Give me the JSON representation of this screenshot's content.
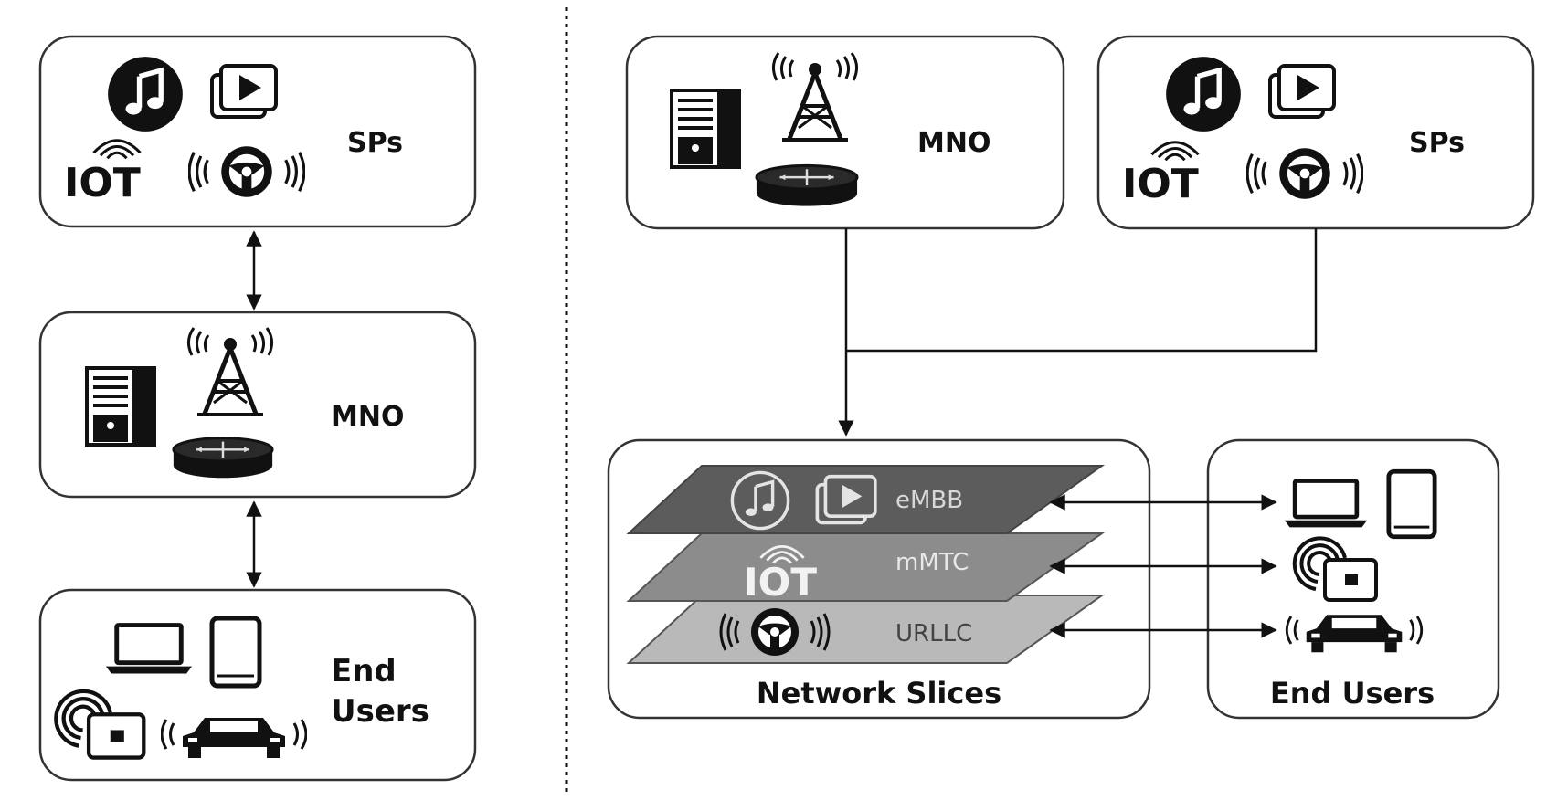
{
  "left": {
    "sps_label": "SPs",
    "mno_label": "MNO",
    "end_users_line1": "End",
    "end_users_line2": "Users",
    "iot_text": "IOT"
  },
  "right": {
    "mno_label": "MNO",
    "sps_label": "SPs",
    "iot_text": "IOT",
    "network_slices_label": "Network Slices",
    "end_users_label": "End Users",
    "slices": [
      {
        "name": "eMBB",
        "color": "#5c5c5c"
      },
      {
        "name": "mMTC",
        "color": "#8c8c8c"
      },
      {
        "name": "URLLC",
        "color": "#b9b9b9"
      }
    ]
  },
  "colors": {
    "ink": "#111111",
    "box_stroke": "#333333"
  }
}
